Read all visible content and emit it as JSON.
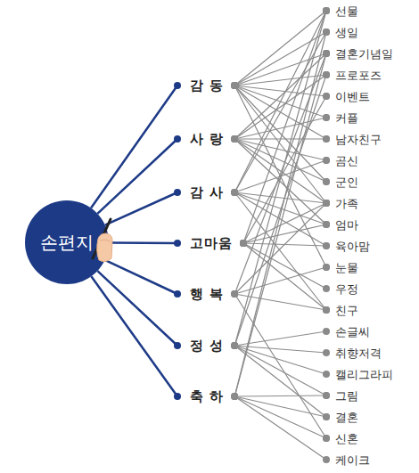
{
  "diagram": {
    "nodes": [
      {
        "text": [
          "손편지"
        ]
      },
      {
        "text": [
          "감 동"
        ]
      },
      {
        "text": [
          "사 랑"
        ]
      },
      {
        "text": [
          "감 사"
        ]
      },
      {
        "text": [
          "고마움"
        ]
      },
      {
        "text": [
          "행 복"
        ]
      },
      {
        "text": [
          "정 성"
        ]
      },
      {
        "text": [
          "축 하"
        ]
      },
      {
        "text": [
          "선물"
        ]
      },
      {
        "text": [
          "생일"
        ]
      },
      {
        "text": [
          "결혼기념일"
        ]
      },
      {
        "text": [
          "프로포즈"
        ]
      },
      {
        "text": [
          "이벤트"
        ]
      },
      {
        "text": [
          "커플"
        ]
      },
      {
        "text": [
          "남자친구"
        ]
      },
      {
        "text": [
          "곰신"
        ]
      },
      {
        "text": [
          "군인"
        ]
      },
      {
        "text": [
          "가족"
        ]
      },
      {
        "text": [
          "엄마"
        ]
      },
      {
        "text": [
          "육아맘"
        ]
      },
      {
        "text": [
          "눈물"
        ]
      },
      {
        "text": [
          "우정"
        ]
      },
      {
        "text": [
          "친구"
        ]
      },
      {
        "text": [
          "손글씨"
        ]
      },
      {
        "text": [
          "취향저격"
        ]
      },
      {
        "text": [
          "캘리그라피"
        ]
      },
      {
        "text": [
          "그림"
        ]
      },
      {
        "text": [
          "결혼"
        ]
      },
      {
        "text": [
          "신혼"
        ]
      },
      {
        "text": [
          "케이크"
        ]
      }
    ],
    "edges": [
      {
        "from": 0,
        "to": 1,
        "arrow": "none"
      },
      {
        "from": 0,
        "to": 2,
        "arrow": "none"
      },
      {
        "from": 0,
        "to": 3,
        "arrow": "none"
      },
      {
        "from": 0,
        "to": 4,
        "arrow": "none"
      },
      {
        "from": 0,
        "to": 5,
        "arrow": "none"
      },
      {
        "from": 0,
        "to": 6,
        "arrow": "none"
      },
      {
        "from": 0,
        "to": 7,
        "arrow": "none"
      },
      {
        "from": 1,
        "to": 8,
        "arrow": "none"
      },
      {
        "from": 1,
        "to": 9,
        "arrow": "none"
      },
      {
        "from": 1,
        "to": 10,
        "arrow": "none"
      },
      {
        "from": 1,
        "to": 11,
        "arrow": "none"
      },
      {
        "from": 1,
        "to": 12,
        "arrow": "none"
      },
      {
        "from": 1,
        "to": 13,
        "arrow": "none"
      },
      {
        "from": 1,
        "to": 14,
        "arrow": "none"
      },
      {
        "from": 1,
        "to": 16,
        "arrow": "none"
      },
      {
        "from": 1,
        "to": 17,
        "arrow": "none"
      },
      {
        "from": 1,
        "to": 20,
        "arrow": "none"
      },
      {
        "from": 2,
        "to": 10,
        "arrow": "none"
      },
      {
        "from": 2,
        "to": 11,
        "arrow": "none"
      },
      {
        "from": 2,
        "to": 13,
        "arrow": "none"
      },
      {
        "from": 2,
        "to": 14,
        "arrow": "none"
      },
      {
        "from": 2,
        "to": 15,
        "arrow": "none"
      },
      {
        "from": 2,
        "to": 16,
        "arrow": "none"
      },
      {
        "from": 2,
        "to": 17,
        "arrow": "none"
      },
      {
        "from": 2,
        "to": 18,
        "arrow": "none"
      },
      {
        "from": 3,
        "to": 8,
        "arrow": "none"
      },
      {
        "from": 3,
        "to": 9,
        "arrow": "none"
      },
      {
        "from": 3,
        "to": 15,
        "arrow": "none"
      },
      {
        "from": 3,
        "to": 17,
        "arrow": "none"
      },
      {
        "from": 3,
        "to": 18,
        "arrow": "none"
      },
      {
        "from": 3,
        "to": 19,
        "arrow": "none"
      },
      {
        "from": 3,
        "to": 22,
        "arrow": "none"
      },
      {
        "from": 4,
        "to": 8,
        "arrow": "none"
      },
      {
        "from": 4,
        "to": 12,
        "arrow": "none"
      },
      {
        "from": 4,
        "to": 17,
        "arrow": "none"
      },
      {
        "from": 4,
        "to": 18,
        "arrow": "none"
      },
      {
        "from": 4,
        "to": 19,
        "arrow": "none"
      },
      {
        "from": 4,
        "to": 21,
        "arrow": "none"
      },
      {
        "from": 4,
        "to": 22,
        "arrow": "none"
      },
      {
        "from": 5,
        "to": 10,
        "arrow": "none"
      },
      {
        "from": 5,
        "to": 17,
        "arrow": "none"
      },
      {
        "from": 5,
        "to": 20,
        "arrow": "none"
      },
      {
        "from": 5,
        "to": 22,
        "arrow": "none"
      },
      {
        "from": 5,
        "to": 28,
        "arrow": "none"
      },
      {
        "from": 6,
        "to": 8,
        "arrow": "none"
      },
      {
        "from": 6,
        "to": 11,
        "arrow": "none"
      },
      {
        "from": 6,
        "to": 23,
        "arrow": "none"
      },
      {
        "from": 6,
        "to": 24,
        "arrow": "none"
      },
      {
        "from": 6,
        "to": 25,
        "arrow": "none"
      },
      {
        "from": 6,
        "to": 26,
        "arrow": "none"
      },
      {
        "from": 6,
        "to": 27,
        "arrow": "none"
      },
      {
        "from": 7,
        "to": 9,
        "arrow": "none"
      },
      {
        "from": 7,
        "to": 10,
        "arrow": "none"
      },
      {
        "from": 7,
        "to": 26,
        "arrow": "none"
      },
      {
        "from": 7,
        "to": 27,
        "arrow": "none"
      },
      {
        "from": 7,
        "to": 28,
        "arrow": "none"
      },
      {
        "from": 7,
        "to": 29,
        "arrow": "none"
      }
    ]
  }
}
